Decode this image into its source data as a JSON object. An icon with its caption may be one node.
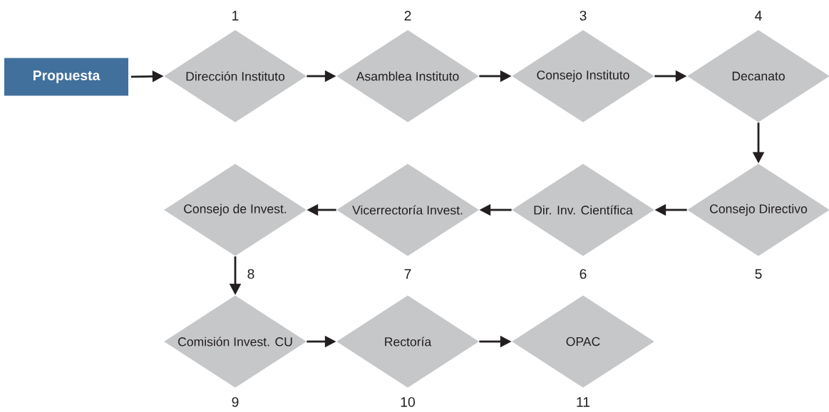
{
  "diagram": {
    "nodes": [
      {
        "text": [
          "Propuesta"
        ]
      },
      {
        "text": [
          "Dirección Instituto"
        ],
        "beside": [
          "1"
        ]
      },
      {
        "text": [
          "Asamblea Instituto"
        ],
        "beside": [
          "2"
        ]
      },
      {
        "text": [
          "Consejo Instituto"
        ],
        "beside": [
          "3"
        ]
      },
      {
        "text": [
          "Decanato"
        ],
        "beside": [
          "4"
        ]
      },
      {
        "text": [
          "Consejo Directivo"
        ],
        "beside": [
          "5"
        ]
      },
      {
        "text": [
          "Dir. Inv. Científica"
        ],
        "beside": [
          "6"
        ]
      },
      {
        "text": [
          "Vicerrectoría Invest."
        ],
        "beside": [
          "7"
        ]
      },
      {
        "text": [
          "Consejo de Invest."
        ],
        "beside": [
          "8"
        ]
      },
      {
        "text": [
          "Comisión Invest. CU"
        ],
        "beside": [
          "9"
        ]
      },
      {
        "text": [
          "Rectoría"
        ],
        "beside": [
          "10"
        ]
      },
      {
        "text": [
          "OPAC"
        ],
        "beside": [
          "11"
        ]
      }
    ],
    "edges": [
      {
        "from": 0,
        "to": 1,
        "arrow": "to"
      },
      {
        "from": 1,
        "to": 2,
        "arrow": "to"
      },
      {
        "from": 2,
        "to": 3,
        "arrow": "to"
      },
      {
        "from": 3,
        "to": 4,
        "arrow": "to"
      },
      {
        "from": 4,
        "to": 5,
        "arrow": "to"
      },
      {
        "from": 5,
        "to": 6,
        "arrow": "to"
      },
      {
        "from": 6,
        "to": 7,
        "arrow": "to"
      },
      {
        "from": 7,
        "to": 8,
        "arrow": "to"
      },
      {
        "from": 8,
        "to": 9,
        "arrow": "to"
      },
      {
        "from": 9,
        "to": 10,
        "arrow": "to"
      },
      {
        "from": 10,
        "to": 11,
        "arrow": "to"
      }
    ]
  }
}
